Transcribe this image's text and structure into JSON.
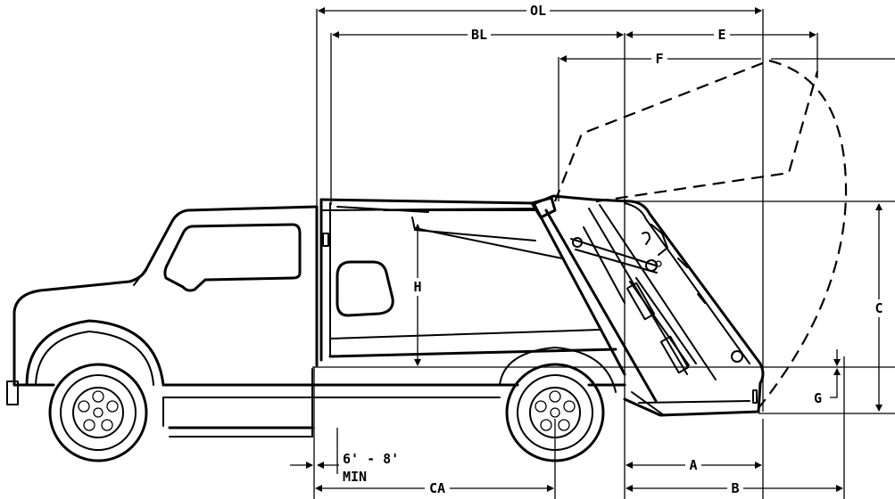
{
  "labels": {
    "ol": "OL",
    "bl": "BL",
    "e": "E",
    "f": "F",
    "h": "H",
    "c": "C",
    "g": "G",
    "a": "A",
    "b": "B",
    "ca": "CA",
    "min_length": "6' - 8'",
    "min": "MIN"
  }
}
